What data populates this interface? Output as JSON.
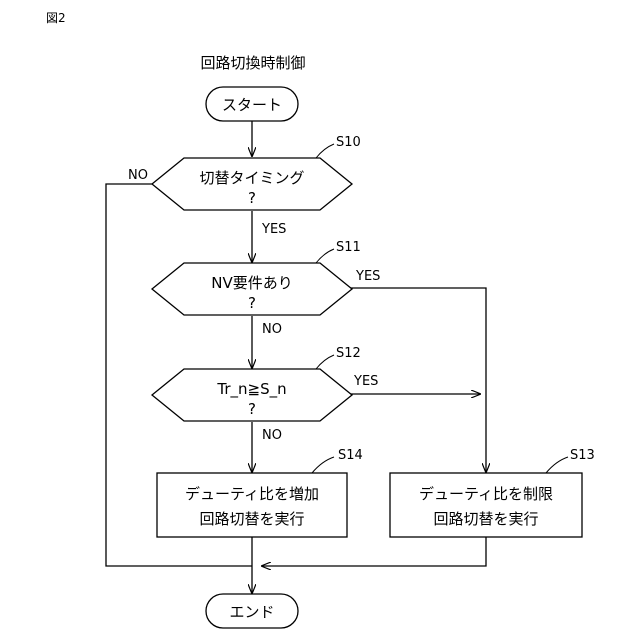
{
  "figure_label": "図2",
  "diagram_title": "回路切換時制御",
  "start": {
    "label": "スタート"
  },
  "end": {
    "label": "エンド"
  },
  "s10": {
    "step": "S10",
    "line1": "切替タイミング",
    "line2": "?",
    "no_label": "NO",
    "yes_label": "YES"
  },
  "s11": {
    "step": "S11",
    "line1": "NV要件あり",
    "line2": "?",
    "yes_label": "YES",
    "no_label": "NO"
  },
  "s12": {
    "step": "S12",
    "line1": "Tr_n≧S_n",
    "line2": "?",
    "yes_label": "YES",
    "no_label": "NO"
  },
  "s13": {
    "step": "S13",
    "line1": "デューティ比を制限",
    "line2": "回路切替を実行"
  },
  "s14": {
    "step": "S14",
    "line1": "デューティ比を増加",
    "line2": "回路切替を実行"
  }
}
